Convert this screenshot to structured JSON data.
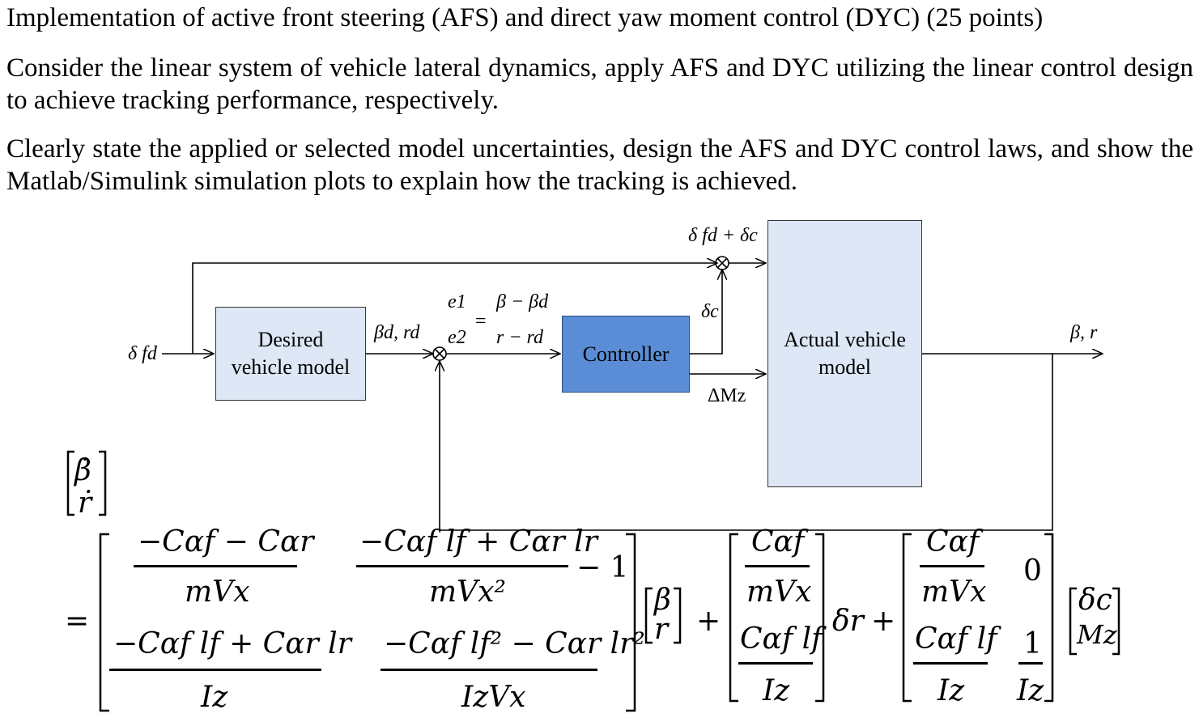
{
  "question": {
    "title": "Implementation of active front steering (AFS) and direct yaw moment control (DYC) (25 points)",
    "paragraph1": "Consider the linear system of vehicle lateral dynamics, apply AFS and DYC utilizing the linear control design to achieve tracking performance, respectively.",
    "paragraph2": "Clearly state the applied or selected model uncertainties, design the AFS and DYC control laws, and show the Matlab/Simulink simulation plots to explain how the tracking is achieved."
  },
  "diagram": {
    "blocks": {
      "desired_line1": "Desired",
      "desired_line2": "vehicle model",
      "controller": "Controller",
      "actual_line1": "Actual vehicle",
      "actual_line2": "model"
    },
    "signals": {
      "delta_fd_input": "δ fd",
      "desired_output": "βd, rd",
      "e1": "e1",
      "e2": "e2",
      "equals": "=",
      "err_beta": "β − βd",
      "err_r": "r − rd",
      "sum_label": "δ fd + δc",
      "delta_c": "δc",
      "delta_mz": "ΔMz",
      "output": "β, r"
    }
  },
  "equation": {
    "lhs_top": "β̇",
    "lhs_bottom": "ṙ",
    "equals": "=",
    "a11_num": "−Cαf − Cαr",
    "a11_den": "mVx",
    "a12_num": "−Cαf lf + Cαr lr",
    "a12_den": "mVx²",
    "a12_tail": "− 1",
    "a21_num": "−Cαf lf + Cαr lr",
    "a21_den": "Iz",
    "a22_num": "−Cαf lf² − Cαr lr²",
    "a22_den": "IzVx",
    "x_top": "β",
    "x_bottom": "r",
    "plus1": "+",
    "b1_num": "Cαf",
    "b1_den": "mVx",
    "b2_num": "Cαf lf",
    "b2_den": "Iz",
    "delta_r": "δr",
    "plus2": "+",
    "c11_num": "Cαf",
    "c11_den": "mVx",
    "c12": "0",
    "c21_num": "Cαf lf",
    "c21_den": "Iz",
    "c22_num": "1",
    "c22_den": "Iz",
    "u_top": "δc",
    "u_bottom": "Mz"
  }
}
